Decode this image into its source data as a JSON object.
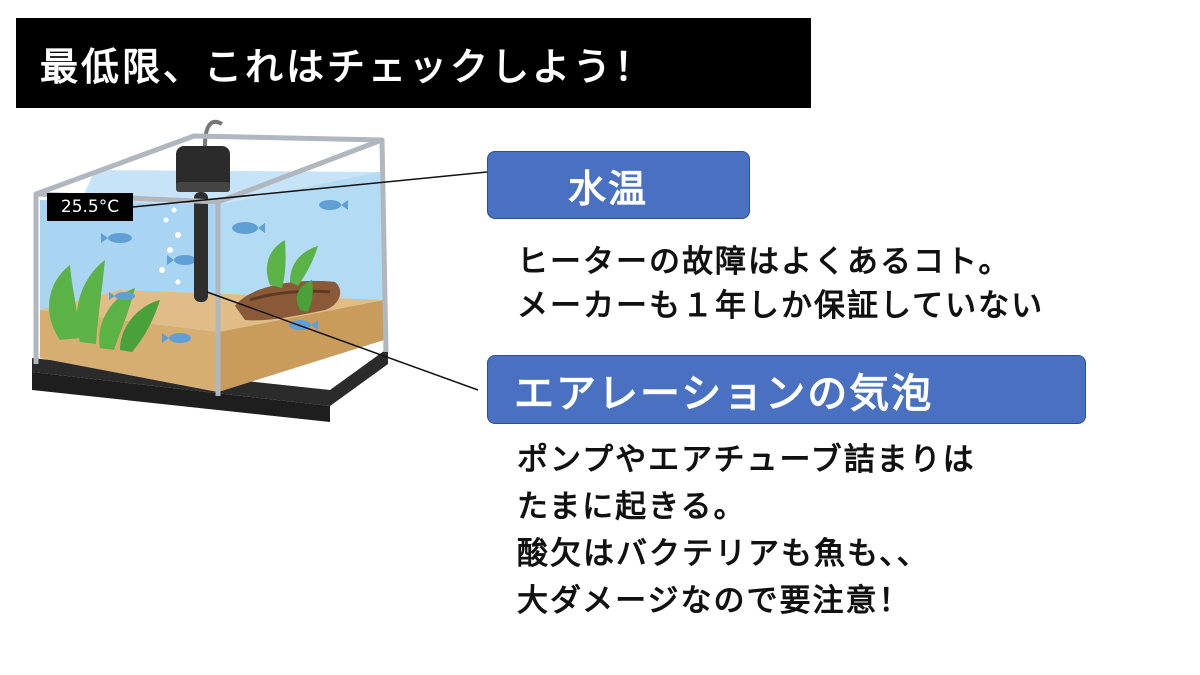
{
  "banner": {
    "title": "最低限、これはチェックしよう！"
  },
  "temperature": {
    "readout": "25.5°C"
  },
  "water_temp": {
    "label": "水温",
    "lines": [
      "ヒーターの故障はよくあるコト。",
      "メーカーも１年しか保証していない"
    ]
  },
  "aeration": {
    "label": "エアレーションの気泡",
    "lines": [
      "ポンプやエアチューブ詰まりは",
      "たまに起きる。",
      "酸欠はバクテリアも魚も、、",
      "大ダメージなので要注意！"
    ]
  },
  "icons": {
    "illustration": "aquarium-tank"
  },
  "colors": {
    "label_bg": "#4a70c2",
    "banner_bg": "#000000",
    "water": "#b9dcf5",
    "gravel": "#d9b47a"
  }
}
